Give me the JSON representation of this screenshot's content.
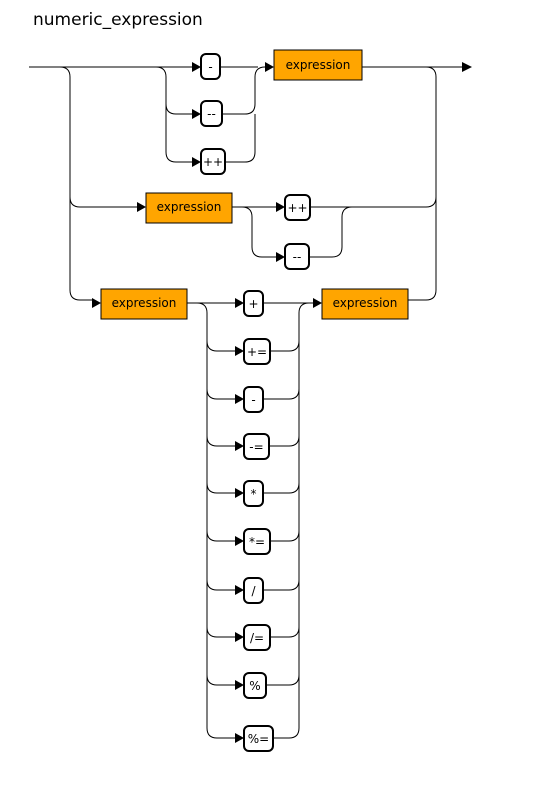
{
  "title": "numeric_expression",
  "nodes": {
    "unary_minus": "-",
    "unary_decrement": "--",
    "unary_increment": "++",
    "unary_operand": "expression",
    "postfix_operand": "expression",
    "postfix_increment": "++",
    "postfix_decrement": "--",
    "binary_left": "expression",
    "binary_right": "expression",
    "operators": [
      "+",
      "+=",
      "-",
      "-=",
      "*",
      "*=",
      "/",
      "/=",
      "%",
      "%="
    ]
  },
  "colors": {
    "nonterminal_fill": "#ffa500",
    "terminal_fill": "#ffffff",
    "line": "#000000"
  }
}
